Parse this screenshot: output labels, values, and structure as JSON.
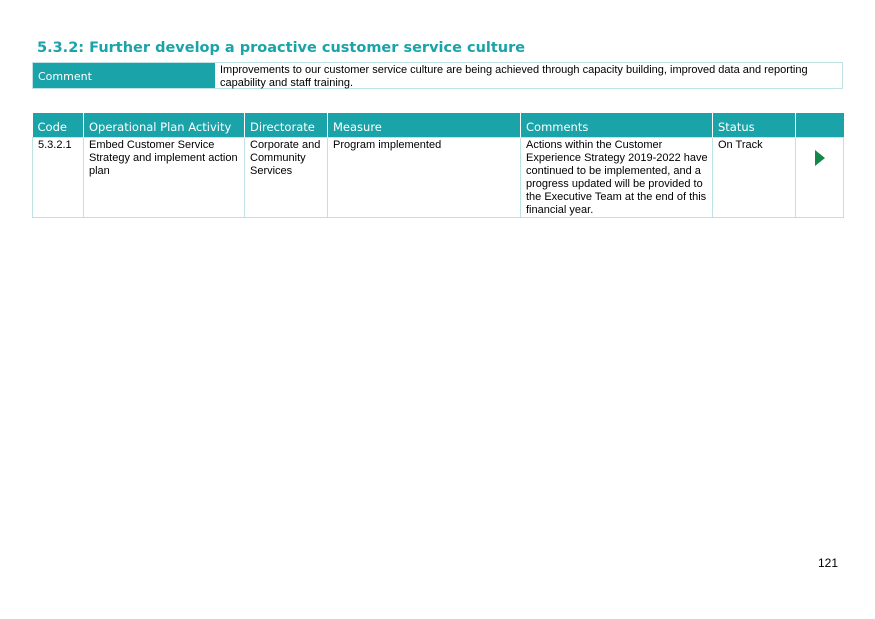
{
  "heading": "5.3.2: Further develop a proactive customer service culture",
  "comment": {
    "label": "Comment",
    "text": "Improvements to our customer service culture are being achieved through capacity building, improved data and reporting capability and staff training."
  },
  "table": {
    "headers": {
      "code": "Code",
      "activity": "Operational Plan Activity",
      "directorate": "Directorate",
      "measure": "Measure",
      "comments": "Comments",
      "status": "Status"
    },
    "rows": [
      {
        "code": "5.3.2.1",
        "activity": "Embed Customer Service Strategy and implement action plan",
        "directorate": "Corporate and Community Services",
        "measure": "Program implemented",
        "comments": "Actions within the Customer Experience Strategy 2019-2022 have continued to be implemented, and a progress updated will be provided to the Executive Team at the end of this financial year.",
        "status": "On Track",
        "icon": "play-arrow-icon"
      }
    ]
  },
  "colors": {
    "accent": "#1aa3a8",
    "border": "#bfe3e5",
    "status_icon": "#14874a"
  },
  "page_number": "121"
}
